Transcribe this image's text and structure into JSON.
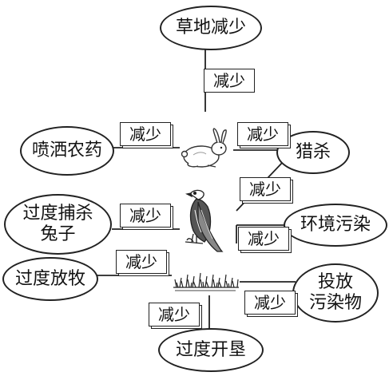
{
  "diagram": {
    "nodes": {
      "grassland": "草地减少",
      "pesticide": "喷洒农药",
      "hunting": "猎杀",
      "overhunt": "过度捕杀\n兔子",
      "pollution": "环境污染",
      "overgraze": "过度放牧",
      "pollutants": "投放\n污染物",
      "reclaim": "过度开垦"
    },
    "edge_label": "减少",
    "pictures": [
      "rabbit",
      "eagle",
      "grass"
    ]
  }
}
